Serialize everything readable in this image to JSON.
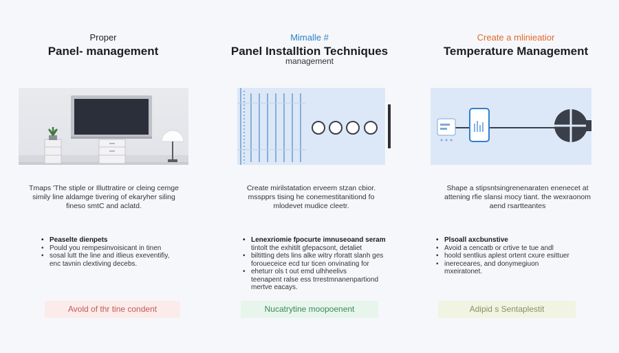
{
  "columns": [
    {
      "kicker": "Proper",
      "kicker_color": "#222222",
      "title": "Panel- management",
      "subtitle": "",
      "description": "Tmaps 'The stiple or Illuttratire or cleing cemge simily line aldamge tivering of ekaryher siling fineso smtC and aclatd.",
      "bullets": [
        {
          "text": "Peaselte dienpets",
          "strong": true,
          "cont": false
        },
        {
          "text": "Pould you rempesinvoisicant in tinen",
          "strong": false,
          "cont": false
        },
        {
          "text": "sosal lutt the line and itlieus exeventifiy,",
          "strong": false,
          "cont": false
        },
        {
          "text": "enc tavnin clextiving decebs.",
          "strong": false,
          "cont": true
        }
      ],
      "note": "Avold of thr tine condent"
    },
    {
      "kicker": "Mimalle #",
      "kicker_color": "#2b83c6",
      "title": "Panel Installtion Techniques",
      "subtitle": "management",
      "description": "Create mirilstatation erveem stzan cbior. msspprs tising he conemestitanitiond fo mlodevet mudice cleetr.",
      "bullets": [
        {
          "text": "Lenexriomie fpocurte imnuseoand seram",
          "strong": true,
          "cont": false
        },
        {
          "text": "tintolt the exhitilt gfepacsont, detaliet",
          "strong": false,
          "cont": true
        },
        {
          "text": "biltitting dets lins alke witry rforatt slanh ges",
          "strong": false,
          "cont": false
        },
        {
          "text": "foroueceice ecd tur ticen onvinating for",
          "strong": false,
          "cont": true
        },
        {
          "text": "eheturr ols t out emd ulhheelivs",
          "strong": false,
          "cont": false
        },
        {
          "text": "teenapent ralse ess trrestmnanenpartiond",
          "strong": false,
          "cont": true
        },
        {
          "text": "mertve eacays.",
          "strong": false,
          "cont": true
        }
      ],
      "note": "Nucatrytine moopoenent"
    },
    {
      "kicker": "Create a mlinieatior",
      "kicker_color": "#e06a2a",
      "title": "Temperature Management",
      "subtitle": "",
      "description": "Shape a stipsntsingrenenaraten enenecet at attening rfie slansi mocy tiant. the wexraonom aend rsartteantes",
      "bullets": [
        {
          "text": "Plsoall axcbunstive",
          "strong": true,
          "cont": false
        },
        {
          "text": "Avoid a cencatb or crtive te tue andl",
          "strong": false,
          "cont": false
        },
        {
          "text": "hoold sentlius aplest ortent cxure esittuer",
          "strong": false,
          "cont": false
        },
        {
          "text": "inereceares, and donymegiuon",
          "strong": false,
          "cont": false
        },
        {
          "text": "mxeiratonet.",
          "strong": false,
          "cont": true
        }
      ],
      "note": "Adipid s Sentaplestit"
    }
  ]
}
